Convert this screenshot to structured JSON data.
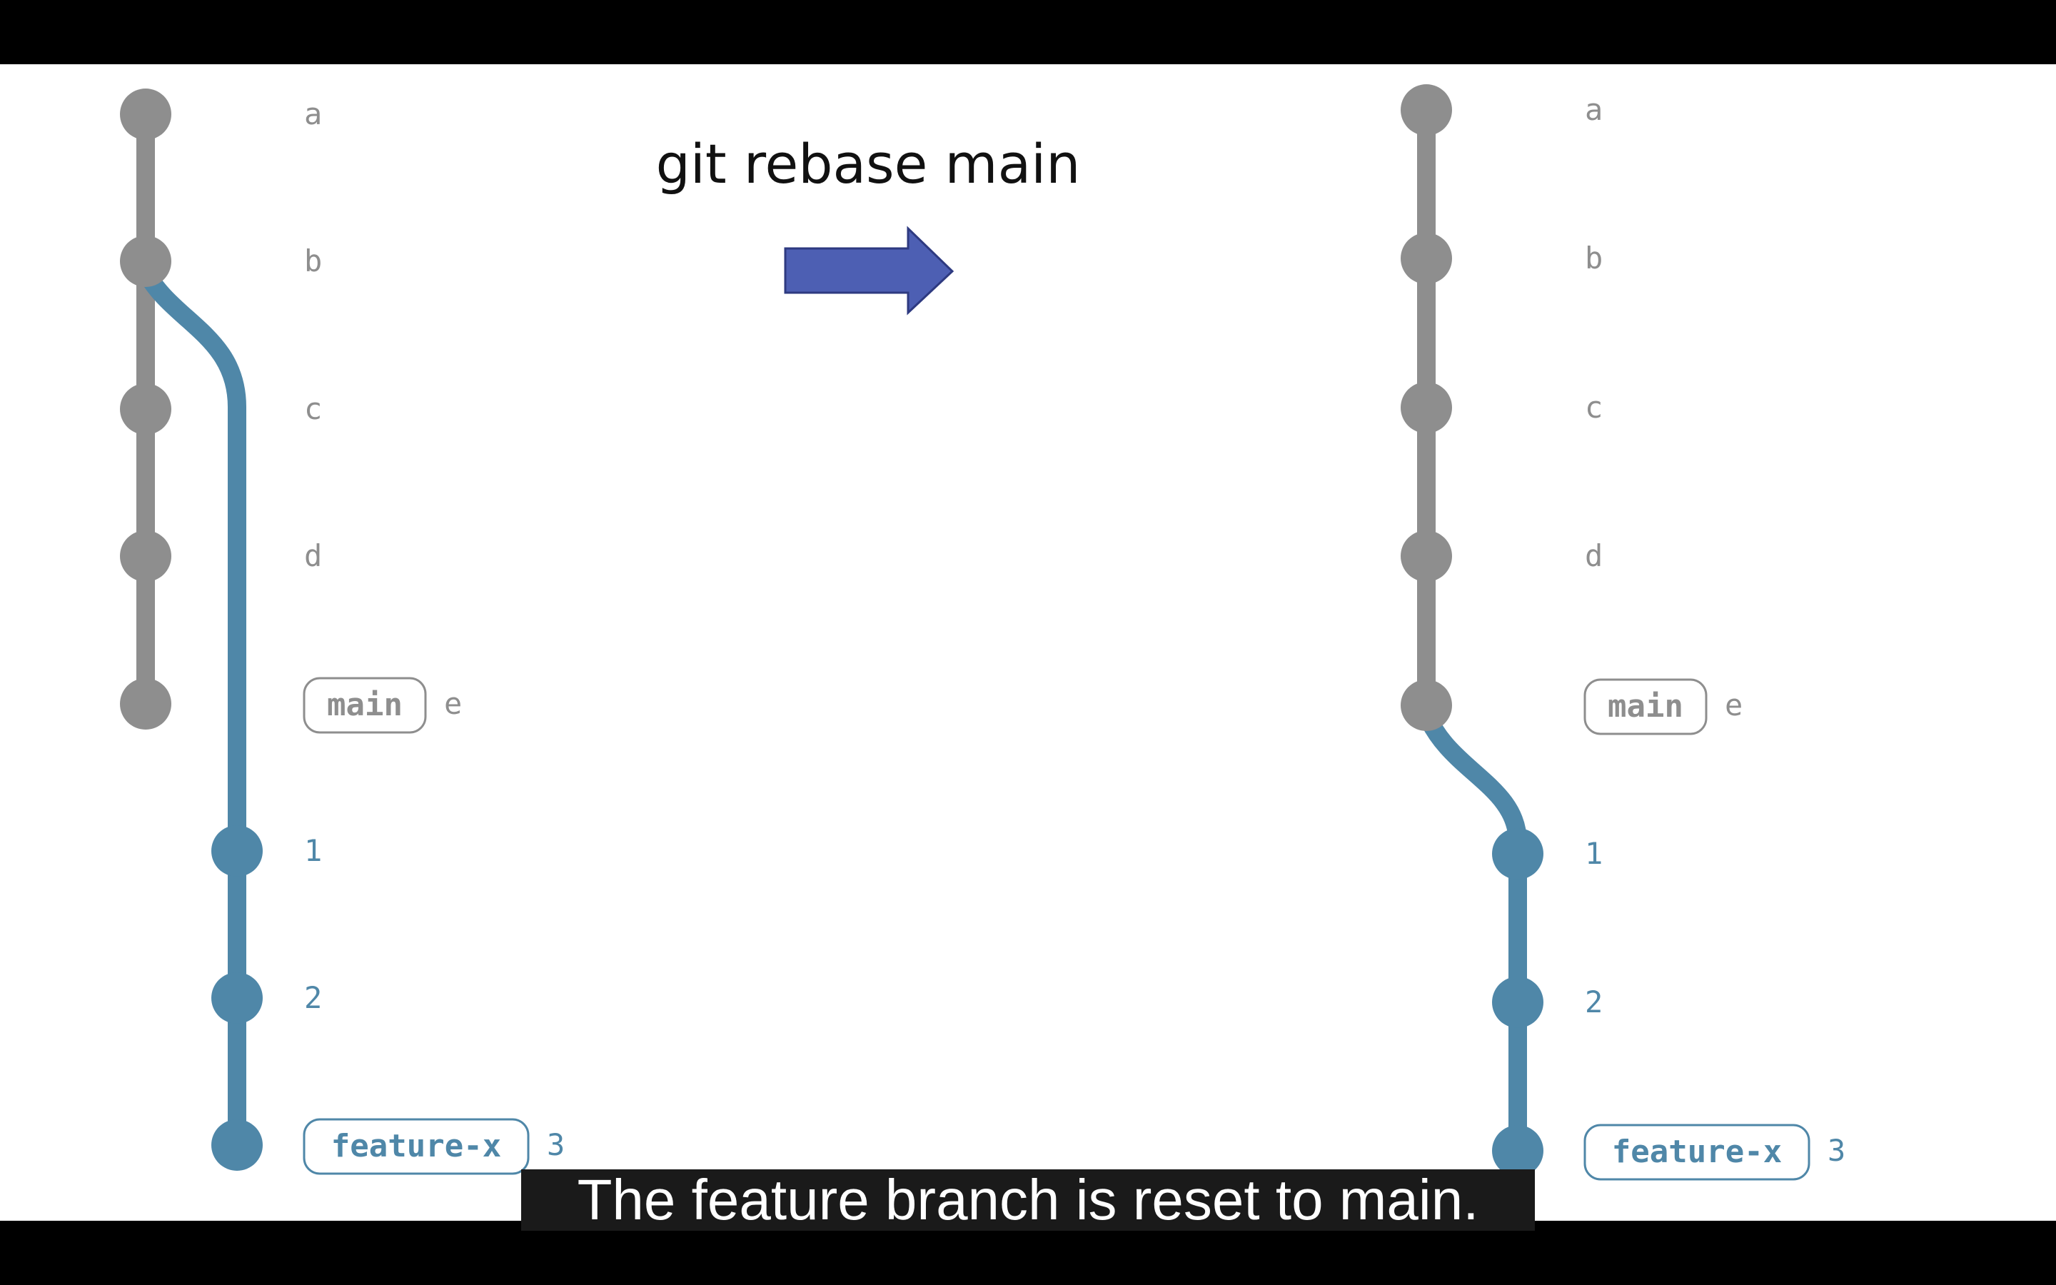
{
  "command": "git rebase main",
  "caption": "The feature branch is reset to main.",
  "colors": {
    "main_branch": "#8e8e8e",
    "feature_branch": "#4f87a8",
    "arrow_fill": "#4d5fb3",
    "arrow_stroke": "#2e3a80",
    "background": "#ffffff",
    "letterbox": "#000000"
  },
  "before": {
    "main_commits": [
      "a",
      "b",
      "c",
      "d",
      "e"
    ],
    "feature_commits": [
      "1",
      "2",
      "3"
    ],
    "main_tag": "main",
    "feature_tag": "feature-x",
    "feature_branches_from": "b"
  },
  "after": {
    "main_commits": [
      "a",
      "b",
      "c",
      "d",
      "e"
    ],
    "feature_commits": [
      "1",
      "2",
      "3"
    ],
    "main_tag": "main",
    "feature_tag": "feature-x",
    "feature_branches_from": "e"
  }
}
